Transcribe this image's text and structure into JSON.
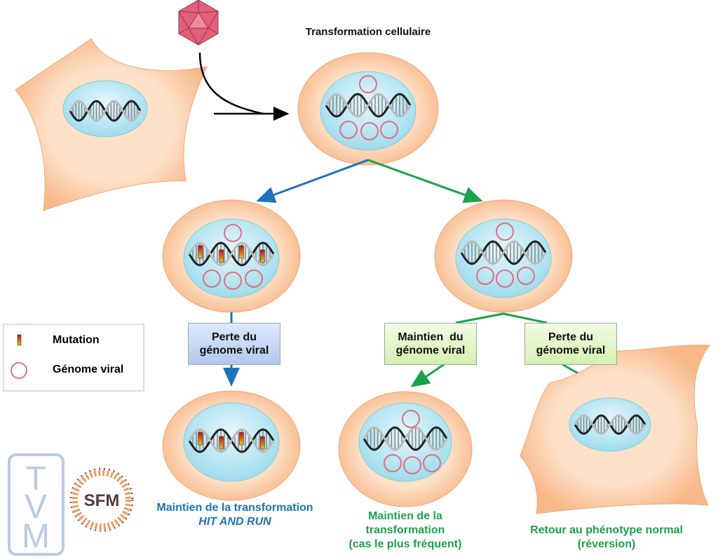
{
  "title": "Transformation cellulaire",
  "legend": {
    "mutation": "Mutation",
    "viral_genome": "Génome viral"
  },
  "boxes": {
    "left": {
      "line1": "Perte du",
      "line2": "génome viral"
    },
    "middle": {
      "line1": "Maintien  du",
      "line2": "génome viral"
    },
    "right": {
      "line1": "Perte du",
      "line2": "génome viral"
    }
  },
  "outcomes": {
    "hit_and_run": {
      "line1": "Maintien de la transformation",
      "line2": "HIT AND RUN"
    },
    "maintained": {
      "line1": "Maintien de la",
      "line2": "transformation",
      "line3": "(cas le plus fréquent)"
    },
    "reversion": {
      "line1": "Retour au phénotype normal",
      "line2": "(réversion)"
    }
  },
  "logos": {
    "tvm": "TVM",
    "sfm": "SFM"
  },
  "colors": {
    "blue": "#1f73b7",
    "green": "#1aa34a",
    "cell": "#fbc9a0",
    "nucleus": "#bde8f4",
    "viral_genome": "#e07080",
    "virus": "#e0607a",
    "blue_box": "#c9d8f5",
    "green_box": "#e4f5c8"
  }
}
